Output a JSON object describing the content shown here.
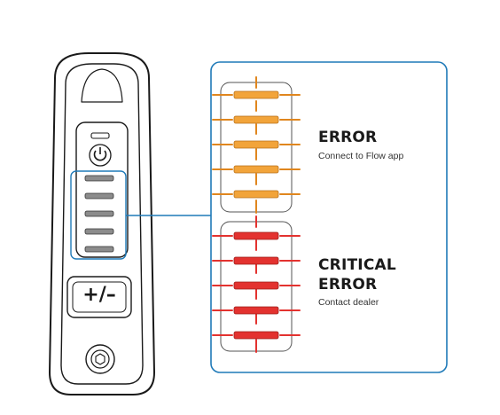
{
  "remote": {
    "plus_minus_label": "+/–",
    "light_segment_color": "#8c8c8c",
    "highlight_color": "#1f7ab8"
  },
  "legend": {
    "error": {
      "title": "ERROR",
      "description": "Connect to Flow app",
      "color": "#f2a43a"
    },
    "critical": {
      "title_line1": "CRITICAL",
      "title_line2": "ERROR",
      "description": "Contact dealer",
      "color": "#e3322f"
    }
  }
}
